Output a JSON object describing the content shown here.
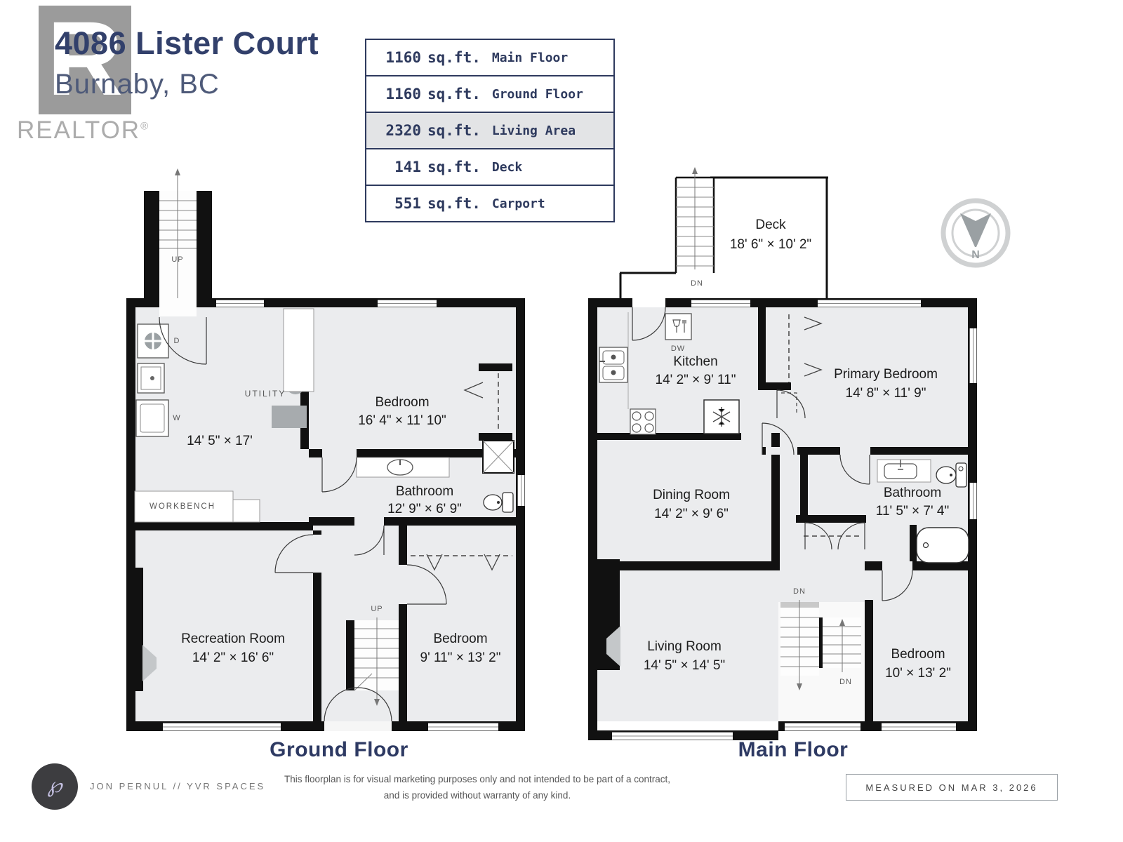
{
  "header": {
    "address": "4086 Lister Court",
    "city": "Burnaby, BC",
    "realtor_r": "R",
    "realtor_word": "REALTOR",
    "registered": "®"
  },
  "area_table": {
    "rows": [
      {
        "value": "1160",
        "unit": "sq.ft.",
        "label": "Main Floor"
      },
      {
        "value": "1160",
        "unit": "sq.ft.",
        "label": "Ground Floor"
      },
      {
        "value": "2320",
        "unit": "sq.ft.",
        "label": "Living Area"
      },
      {
        "value": "141",
        "unit": "sq.ft.",
        "label": "Deck"
      },
      {
        "value": "551",
        "unit": "sq.ft.",
        "label": "Carport"
      }
    ]
  },
  "ground_floor": {
    "title": "Ground Floor",
    "stair_up_exterior": "UP",
    "stair_up_interior": "UP",
    "dryer": "D",
    "washer": "W",
    "utility_label": "UTILITY",
    "utility_dims": "14' 5\" × 17'",
    "workbench": "WORKBENCH",
    "bedroom1_name": "Bedroom",
    "bedroom1_dims": "16' 4\" × 11' 10\"",
    "bathroom_name": "Bathroom",
    "bathroom_dims": "12' 9\" × 6' 9\"",
    "recreation_name": "Recreation Room",
    "recreation_dims": "14' 2\" × 16' 6\"",
    "bedroom2_name": "Bedroom",
    "bedroom2_dims": "9' 11\" × 13' 2\""
  },
  "main_floor": {
    "title": "Main Floor",
    "deck_name": "Deck",
    "deck_dims": "18' 6\" × 10' 2\"",
    "deck_stair": "DN",
    "dishwasher": "DW",
    "kitchen_name": "Kitchen",
    "kitchen_dims": "14' 2\" × 9' 11\"",
    "primary_name": "Primary Bedroom",
    "primary_dims": "14' 8\" × 11' 9\"",
    "dining_name": "Dining Room",
    "dining_dims": "14' 2\" × 9' 6\"",
    "bathroom_name": "Bathroom",
    "bathroom_dims": "11' 5\" × 7' 4\"",
    "living_name": "Living Room",
    "living_dims": "14' 5\" × 14' 5\"",
    "bedroom_name": "Bedroom",
    "bedroom_dims": "10' × 13' 2\"",
    "stair_dn_left": "DN",
    "stair_dn_right": "DN"
  },
  "compass": {
    "north": "N"
  },
  "footer": {
    "logo_glyph": "℘",
    "credit": "JON PERNUL // YVR SPACES",
    "disclaimer_line1": "This floorplan is for visual marketing purposes only and not intended to be part of a contract,",
    "disclaimer_line2": "and is provided without warranty of any kind.",
    "measured": "MEASURED ON MAR 3, 2026"
  },
  "colors": {
    "accent_navy": "#2e3a5e",
    "title_navy": "#32406b",
    "room_fill": "#ebecee",
    "wall": "#111111",
    "fixture_gray": "#a7abae"
  }
}
